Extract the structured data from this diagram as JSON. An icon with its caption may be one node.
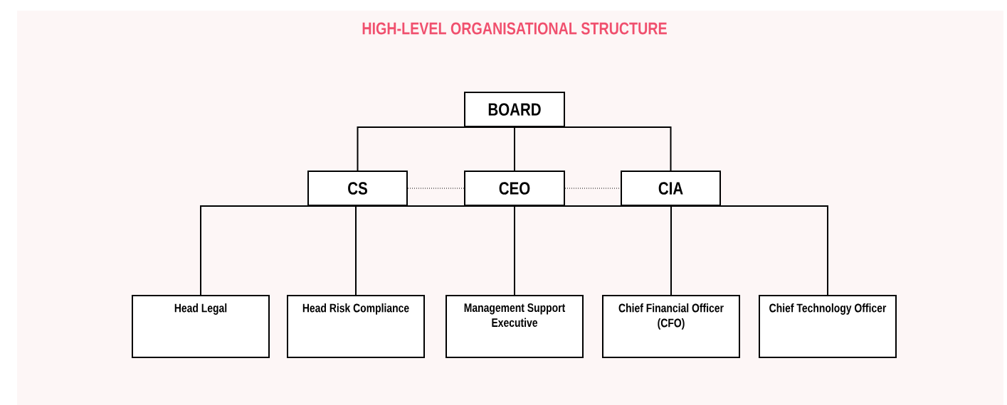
{
  "diagram": {
    "title": "HIGH-LEVEL ORGANISATIONAL STRUCTURE",
    "nodes": [
      {
        "text": [
          "BOARD"
        ]
      },
      {
        "text": [
          "CS"
        ]
      },
      {
        "text": [
          "CEO"
        ]
      },
      {
        "text": [
          "CIA"
        ]
      },
      {
        "text": [
          "Head Legal"
        ]
      },
      {
        "text": [
          "Head Risk Compliance"
        ]
      },
      {
        "text": [
          "Management Support Executive"
        ]
      },
      {
        "text": [
          "Chief Financial Officer (CFO)"
        ]
      },
      {
        "text": [
          "Chief Technology Officer"
        ]
      }
    ],
    "edges": [
      {
        "from": 0,
        "to": 1,
        "arrow": "none"
      },
      {
        "from": 0,
        "to": 2,
        "arrow": "none"
      },
      {
        "from": 0,
        "to": 3,
        "arrow": "none"
      },
      {
        "from": 1,
        "to": 2,
        "arrow": "none",
        "style": "dashed"
      },
      {
        "from": 2,
        "to": 3,
        "arrow": "none",
        "style": "dashed"
      },
      {
        "from": 2,
        "to": 4,
        "arrow": "none"
      },
      {
        "from": 2,
        "to": 5,
        "arrow": "none"
      },
      {
        "from": 2,
        "to": 6,
        "arrow": "none"
      },
      {
        "from": 2,
        "to": 7,
        "arrow": "none"
      },
      {
        "from": 2,
        "to": 8,
        "arrow": "none"
      }
    ]
  }
}
